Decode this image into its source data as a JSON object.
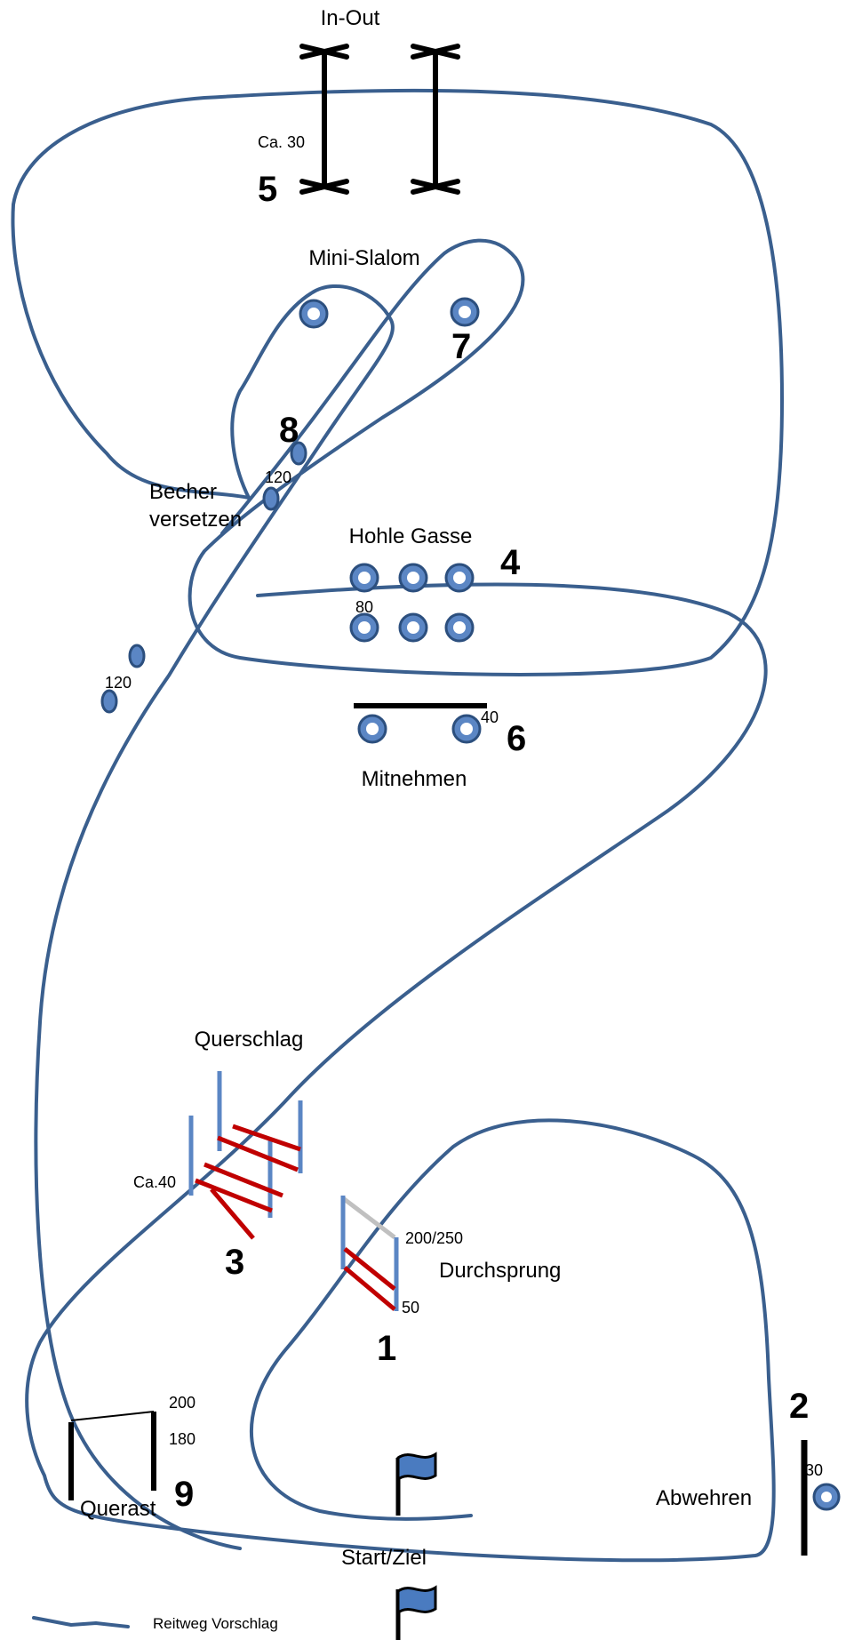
{
  "labels": {
    "in_out": "In-Out",
    "ca30": "Ca. 30",
    "mini_slalom": "Mini-Slalom",
    "becher_1": "Becher",
    "becher_2": "versetzen",
    "cup_120_a": "120",
    "cup_120_b": "120",
    "hohle_gasse": "Hohle Gasse",
    "gasse_80": "80",
    "mitnehmen_40": "40",
    "mitnehmen": "Mitnehmen",
    "querschlag": "Querschlag",
    "ca40": "Ca.40",
    "durchsprung_200_250": "200/250",
    "durchsprung": "Durchsprung",
    "durchsprung_50": "50",
    "querast_200": "200",
    "querast_180": "180",
    "querast": "Querast",
    "abwehren_30": "30",
    "abwehren": "Abwehren",
    "start_ziel": "Start/Ziel",
    "legend": "Reitweg Vorschlag"
  },
  "numbers": {
    "n1": "1",
    "n2": "2",
    "n3": "3",
    "n4": "4",
    "n5": "5",
    "n6": "6",
    "n7": "7",
    "n8": "8",
    "n9": "9"
  },
  "colors": {
    "route": "#3a5f8e",
    "ring_fill": "#5b86c4",
    "pole_blue": "#5b86c4",
    "pole_red": "#c00000",
    "flag": "#4a7bc0",
    "grey_pole": "#c0c0c0"
  }
}
